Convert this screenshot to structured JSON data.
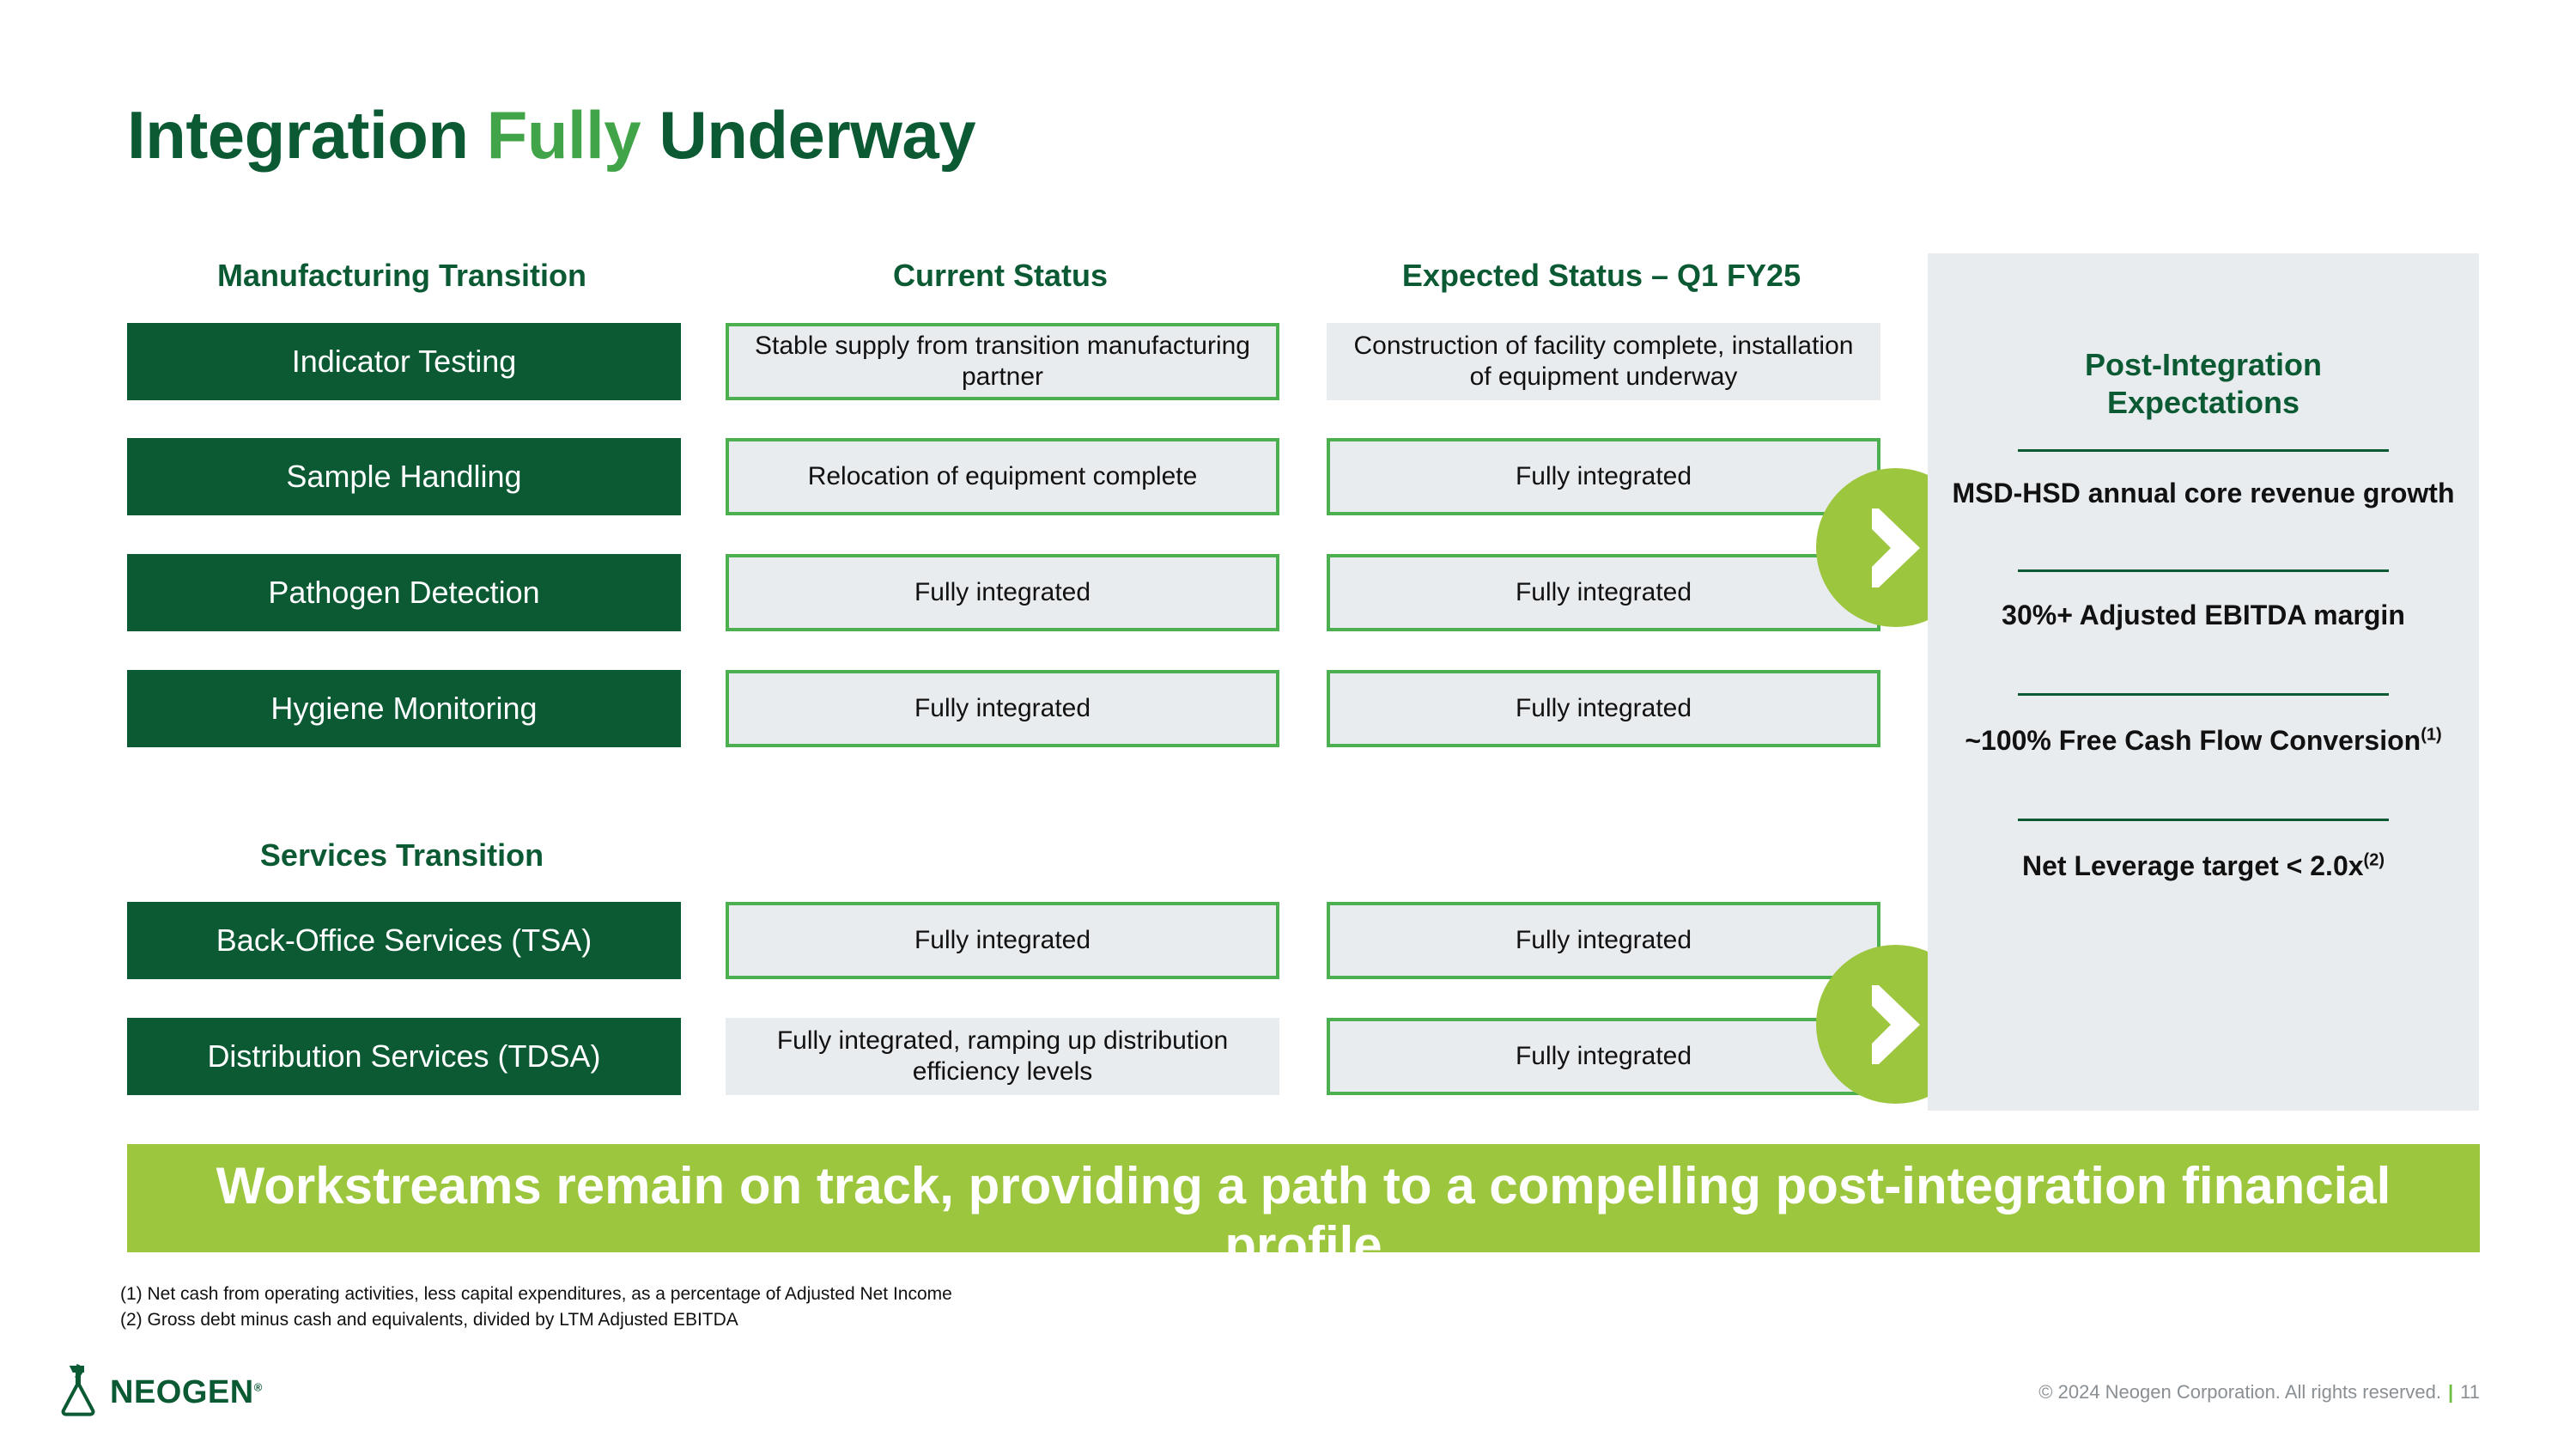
{
  "title": {
    "part1": "Integration ",
    "accent": "Fully",
    "part2": " Underway"
  },
  "columns": {
    "manufacturing_header": "Manufacturing Transition",
    "services_header": "Services Transition",
    "current_status_header": "Current Status",
    "expected_status_header": "Expected Status – Q1 FY25"
  },
  "manufacturing_rows": [
    {
      "label": "Indicator Testing",
      "current": "Stable supply from transition manufacturing partner",
      "current_bordered": true,
      "expected": "Construction of facility complete, installation of equipment underway",
      "expected_bordered": false
    },
    {
      "label": "Sample Handling",
      "current": "Relocation of equipment complete",
      "current_bordered": true,
      "expected": "Fully integrated",
      "expected_bordered": true
    },
    {
      "label": "Pathogen Detection",
      "current": "Fully integrated",
      "current_bordered": true,
      "expected": "Fully integrated",
      "expected_bordered": true
    },
    {
      "label": "Hygiene Monitoring",
      "current": "Fully integrated",
      "current_bordered": true,
      "expected": "Fully integrated",
      "expected_bordered": true
    }
  ],
  "services_rows": [
    {
      "label": "Back-Office Services (TSA)",
      "current": "Fully integrated",
      "current_bordered": true,
      "expected": "Fully integrated",
      "expected_bordered": true
    },
    {
      "label": "Distribution Services (TDSA)",
      "current": "Fully integrated, ramping up distribution efficiency levels",
      "current_bordered": false,
      "expected": "Fully integrated",
      "expected_bordered": true
    }
  ],
  "right_panel": {
    "title_line1": "Post-Integration",
    "title_line2": "Expectations",
    "items": [
      {
        "text": "MSD-HSD annual core revenue growth",
        "note": ""
      },
      {
        "text": "30%+ Adjusted EBITDA margin",
        "note": ""
      },
      {
        "text": "~100% Free Cash Flow Conversion",
        "note": "(1)"
      },
      {
        "text": "Net Leverage target < 2.0x",
        "note": "(2)"
      }
    ]
  },
  "banner": {
    "text": "Workstreams remain on track, providing a path to a compelling post-integration financial profile"
  },
  "footnotes": [
    "(1) Net cash from operating activities, less capital expenditures, as a percentage of Adjusted Net Income",
    "(2) Gross debt minus cash and equivalents, divided by LTM Adjusted EBITDA"
  ],
  "footer": {
    "logo_text": "NEOGEN",
    "logo_tm": "®",
    "copyright": "© 2024 Neogen Corporation. All rights reserved.",
    "separator": "|",
    "page_number": "11"
  },
  "colors": {
    "dark_green": "#0B5A34",
    "mid_green": "#41A449",
    "border_green": "#4CAF50",
    "light_green": "#9CC63E",
    "panel_gray": "#E9ECEE"
  }
}
